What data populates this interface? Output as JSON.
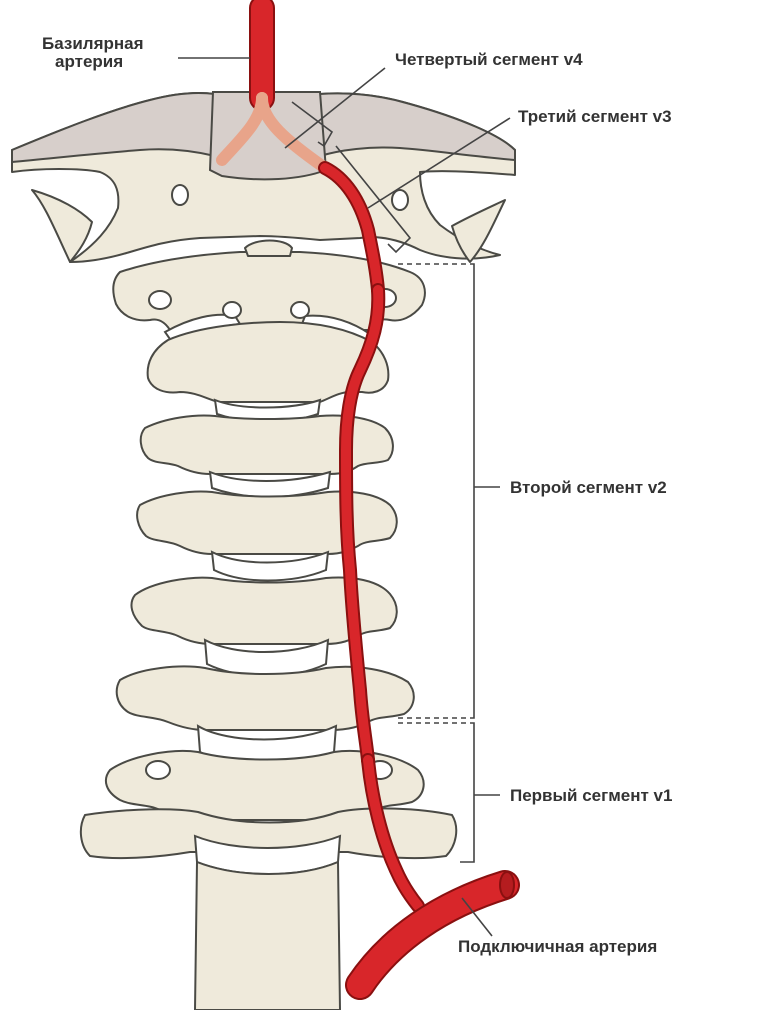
{
  "labels": {
    "basilar": [
      "Базилярная",
      "артерия"
    ],
    "v4": "Четвертый сегмент v4",
    "v3": "Третий сегмент v3",
    "v2": "Второй сегмент v2",
    "v1": "Первый сегмент v1",
    "subclavian": "Подключичная артерия"
  },
  "colors": {
    "bone": "#efeadb",
    "bone_shadow": "#d9d2bf",
    "skull_shade": "#d7cfcb",
    "disc": "#ffffff",
    "artery": "#d8262a",
    "artery_faded": "#e8a48a"
  }
}
